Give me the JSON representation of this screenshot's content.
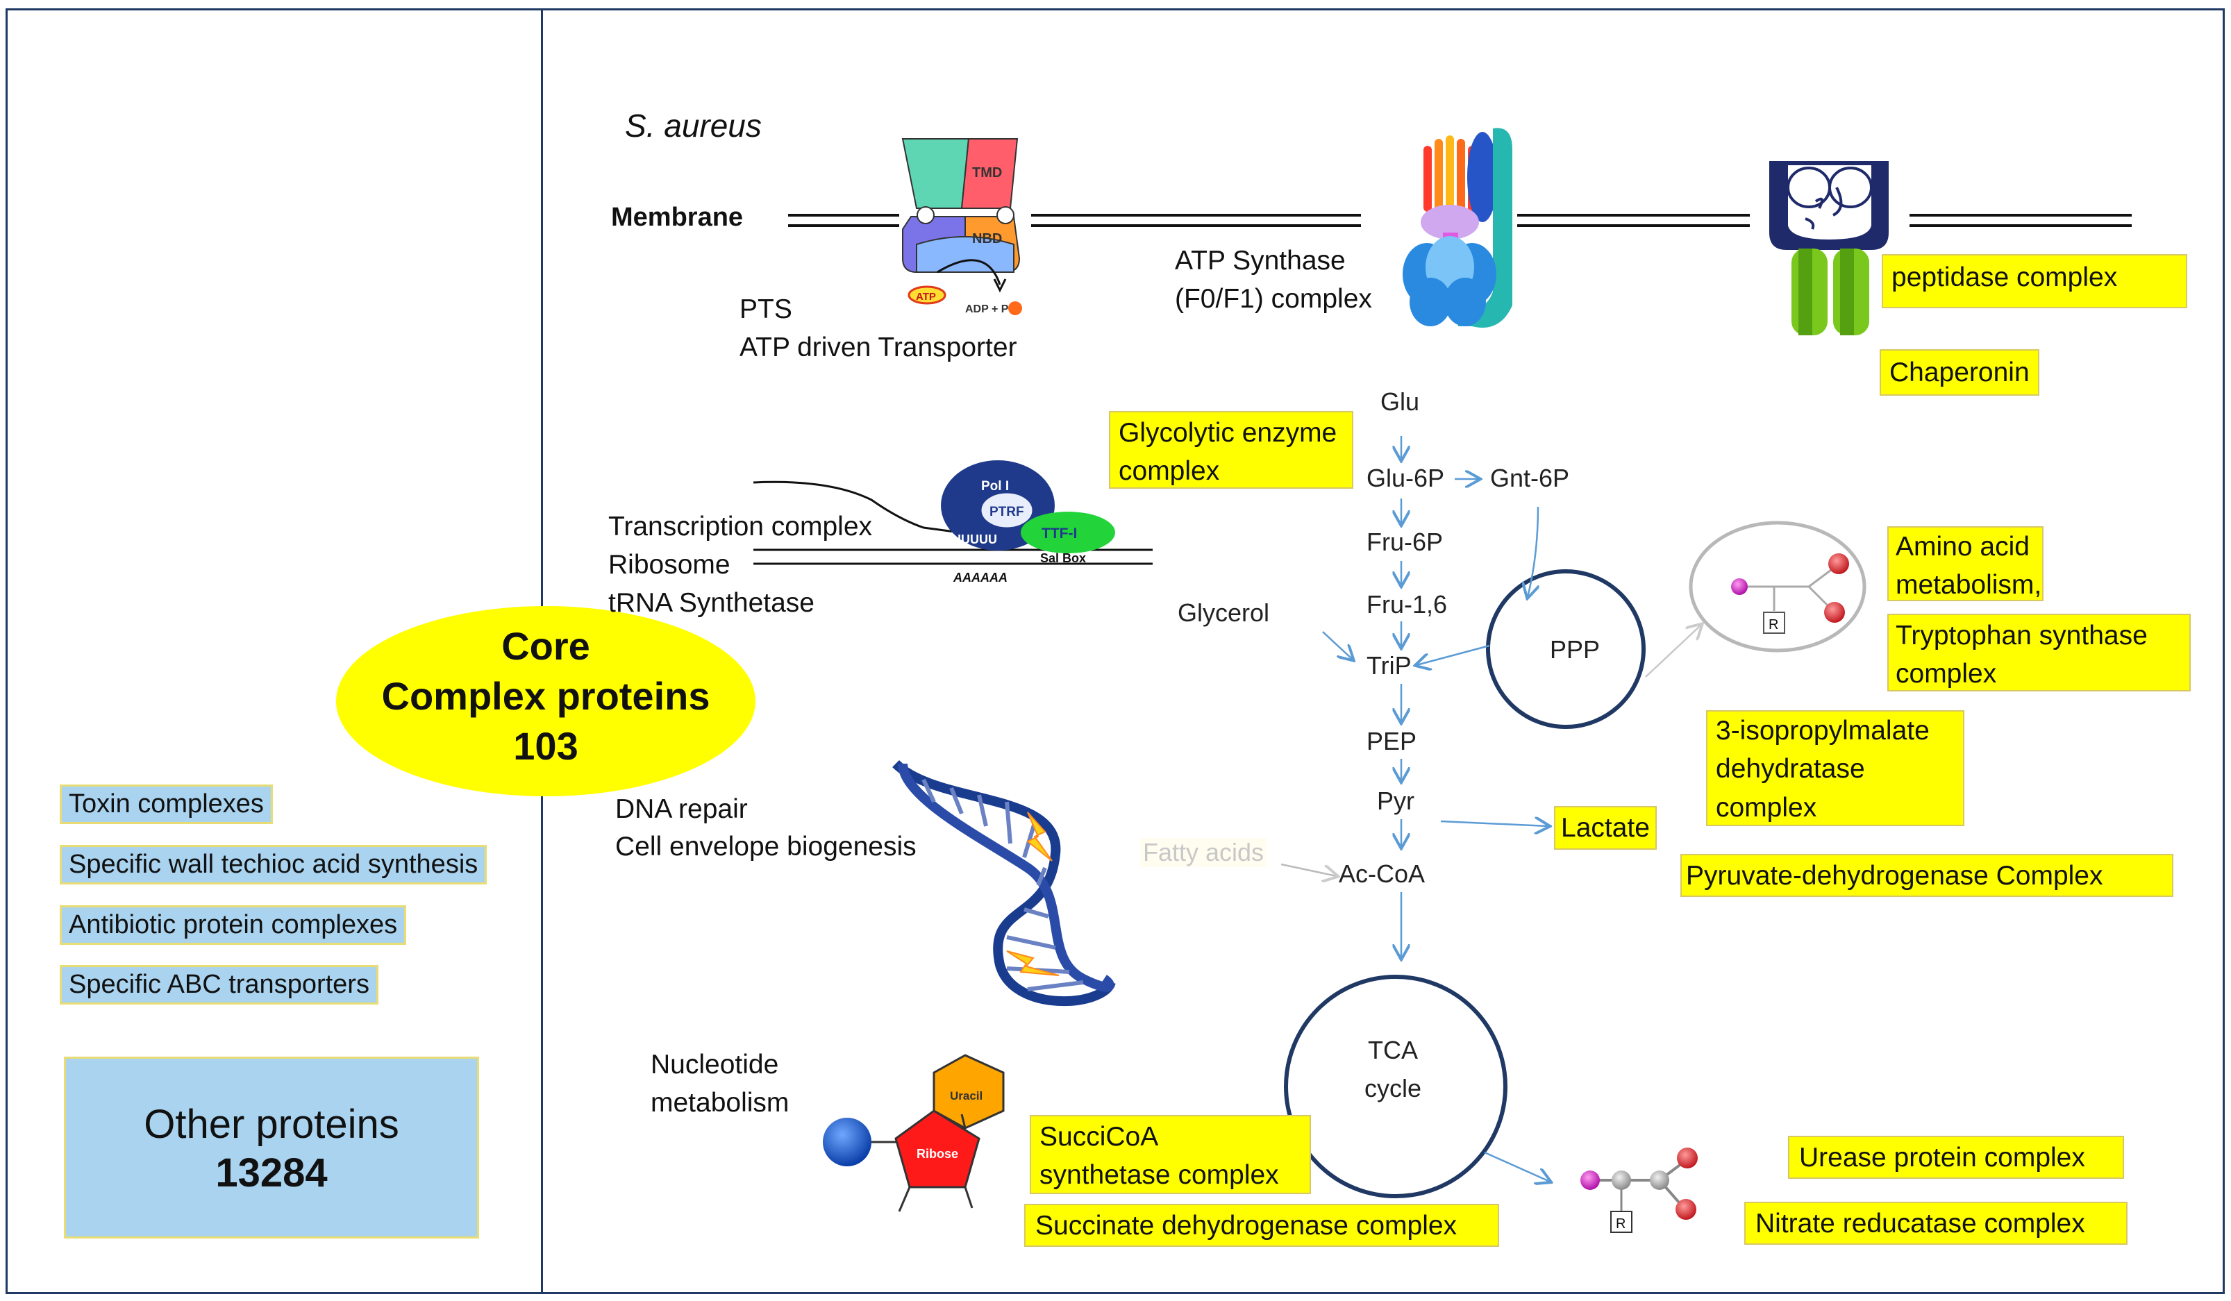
{
  "organism": "S. aureus",
  "membrane_label": "Membrane",
  "core": {
    "line1": "Core",
    "line2": "Complex proteins",
    "count": "103"
  },
  "other": {
    "label": "Other proteins",
    "count": "13284"
  },
  "left_categories": [
    "Toxin complexes",
    "Specific wall techioc acid synthesis",
    "Antibiotic protein complexes",
    "Specific ABC transporters"
  ],
  "transporter": {
    "line1": "PTS",
    "line2": "ATP driven Transporter",
    "tmd": "TMD",
    "nbd": "NBD",
    "atp": "ATP",
    "adp": "ADP + P"
  },
  "atp_synthase": {
    "line1": "ATP Synthase",
    "line2": "(F0/F1) complex"
  },
  "peptidase": "peptidase complex",
  "chaperonin": "Chaperonin",
  "glycolytic": {
    "line1": "Glycolytic enzyme",
    "line2": "complex"
  },
  "transcription": {
    "line1": "Transcription complex",
    "line2": "Ribosome",
    "line3": "tRNA Synthetase",
    "pol": "Pol I",
    "ptrf": "PTRF",
    "ttf": "TTF-I",
    "sal": "Sal Box",
    "u_seq": "UUUUUU",
    "a_seq": "AAAAAA"
  },
  "metabolites": {
    "glu": "Glu",
    "glu6p": "Glu-6P",
    "gnt6p": "Gnt-6P",
    "fru6p": "Fru-6P",
    "fru16": "Fru-1,6",
    "glycerol": "Glycerol",
    "trip": "TriP",
    "ppp": "PPP",
    "pep": "PEP",
    "pyr": "Pyr",
    "lactate": "Lactate",
    "fatty_acids": "Fatty acids",
    "accoa": "Ac-CoA",
    "tca_line1": "TCA",
    "tca_line2": "cycle"
  },
  "amino_acid": {
    "line1": "Amino acid",
    "line2": "metabolism,"
  },
  "tryptophan": {
    "line1": "Tryptophan synthase",
    "line2": "complex"
  },
  "isopropylmalate": {
    "line1": "3-isopropylmalate",
    "line2": "dehydratase",
    "line3": "complex"
  },
  "pyruvate_dh": "Pyruvate-dehydrogenase  Complex",
  "dna": {
    "line1": "DNA repair",
    "line2": "Cell envelope biogenesis"
  },
  "nucleotide": {
    "line1": "Nucleotide",
    "line2": "metabolism",
    "uracil": "Uracil",
    "ribose": "Ribose"
  },
  "succicoa": {
    "line1": "SucciCoA",
    "line2": "synthetase complex"
  },
  "succinate_dh": "Succinate dehydrogenase complex",
  "urease": "Urease protein complex",
  "nitrate": "Nitrate reducatase complex",
  "amino_r": "R",
  "colors": {
    "highlight": "#ffff00",
    "ellipse": "#ffff00",
    "blue_box": "#a9d3ef",
    "arrow": "#5b9bd5",
    "cycle": "#1f3864",
    "dna": "#1a3c8f"
  }
}
